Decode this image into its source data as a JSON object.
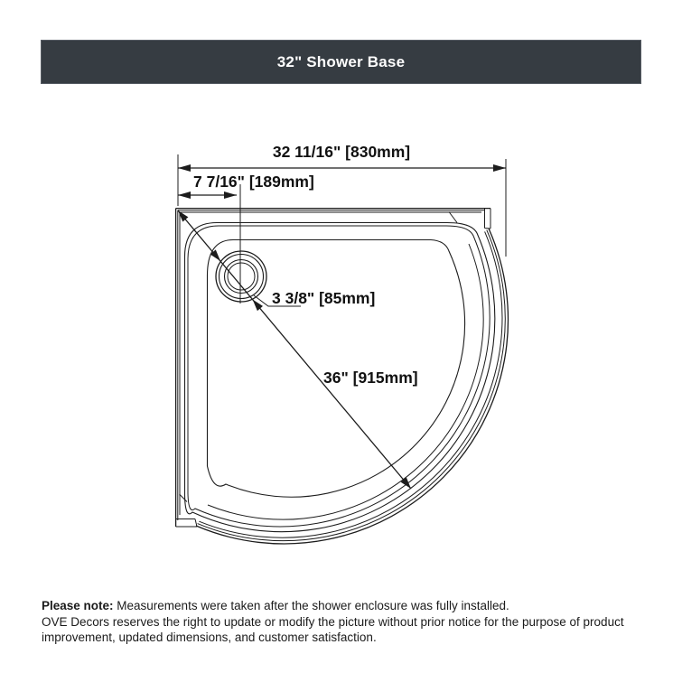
{
  "header": {
    "title": "32\" Shower Base"
  },
  "diagram": {
    "type": "technical-drawing",
    "subject": "corner quarter-round shower base, top view with drain",
    "dimensions": {
      "overall_width": {
        "label": "32 11/16\" [830mm]"
      },
      "drain_offset": {
        "label": "7 7/16\" [189mm]"
      },
      "drain_diameter": {
        "label": "3 3/8\" [85mm]"
      },
      "front_radius": {
        "label": "36\" [915mm]"
      }
    }
  },
  "footer": {
    "note_label": "Please note:",
    "note_text": " Measurements were taken after the shower enclosure was fully installed.",
    "disclaimer": "OVE Decors reserves the right to update or modify the picture without prior notice for the purpose of product improvement, updated dimensions, and customer satisfaction."
  },
  "colors": {
    "header_bg": "#363c42",
    "header_text": "#ffffff",
    "line": "#1c1c1c",
    "label_text": "#111111",
    "background": "#ffffff"
  }
}
